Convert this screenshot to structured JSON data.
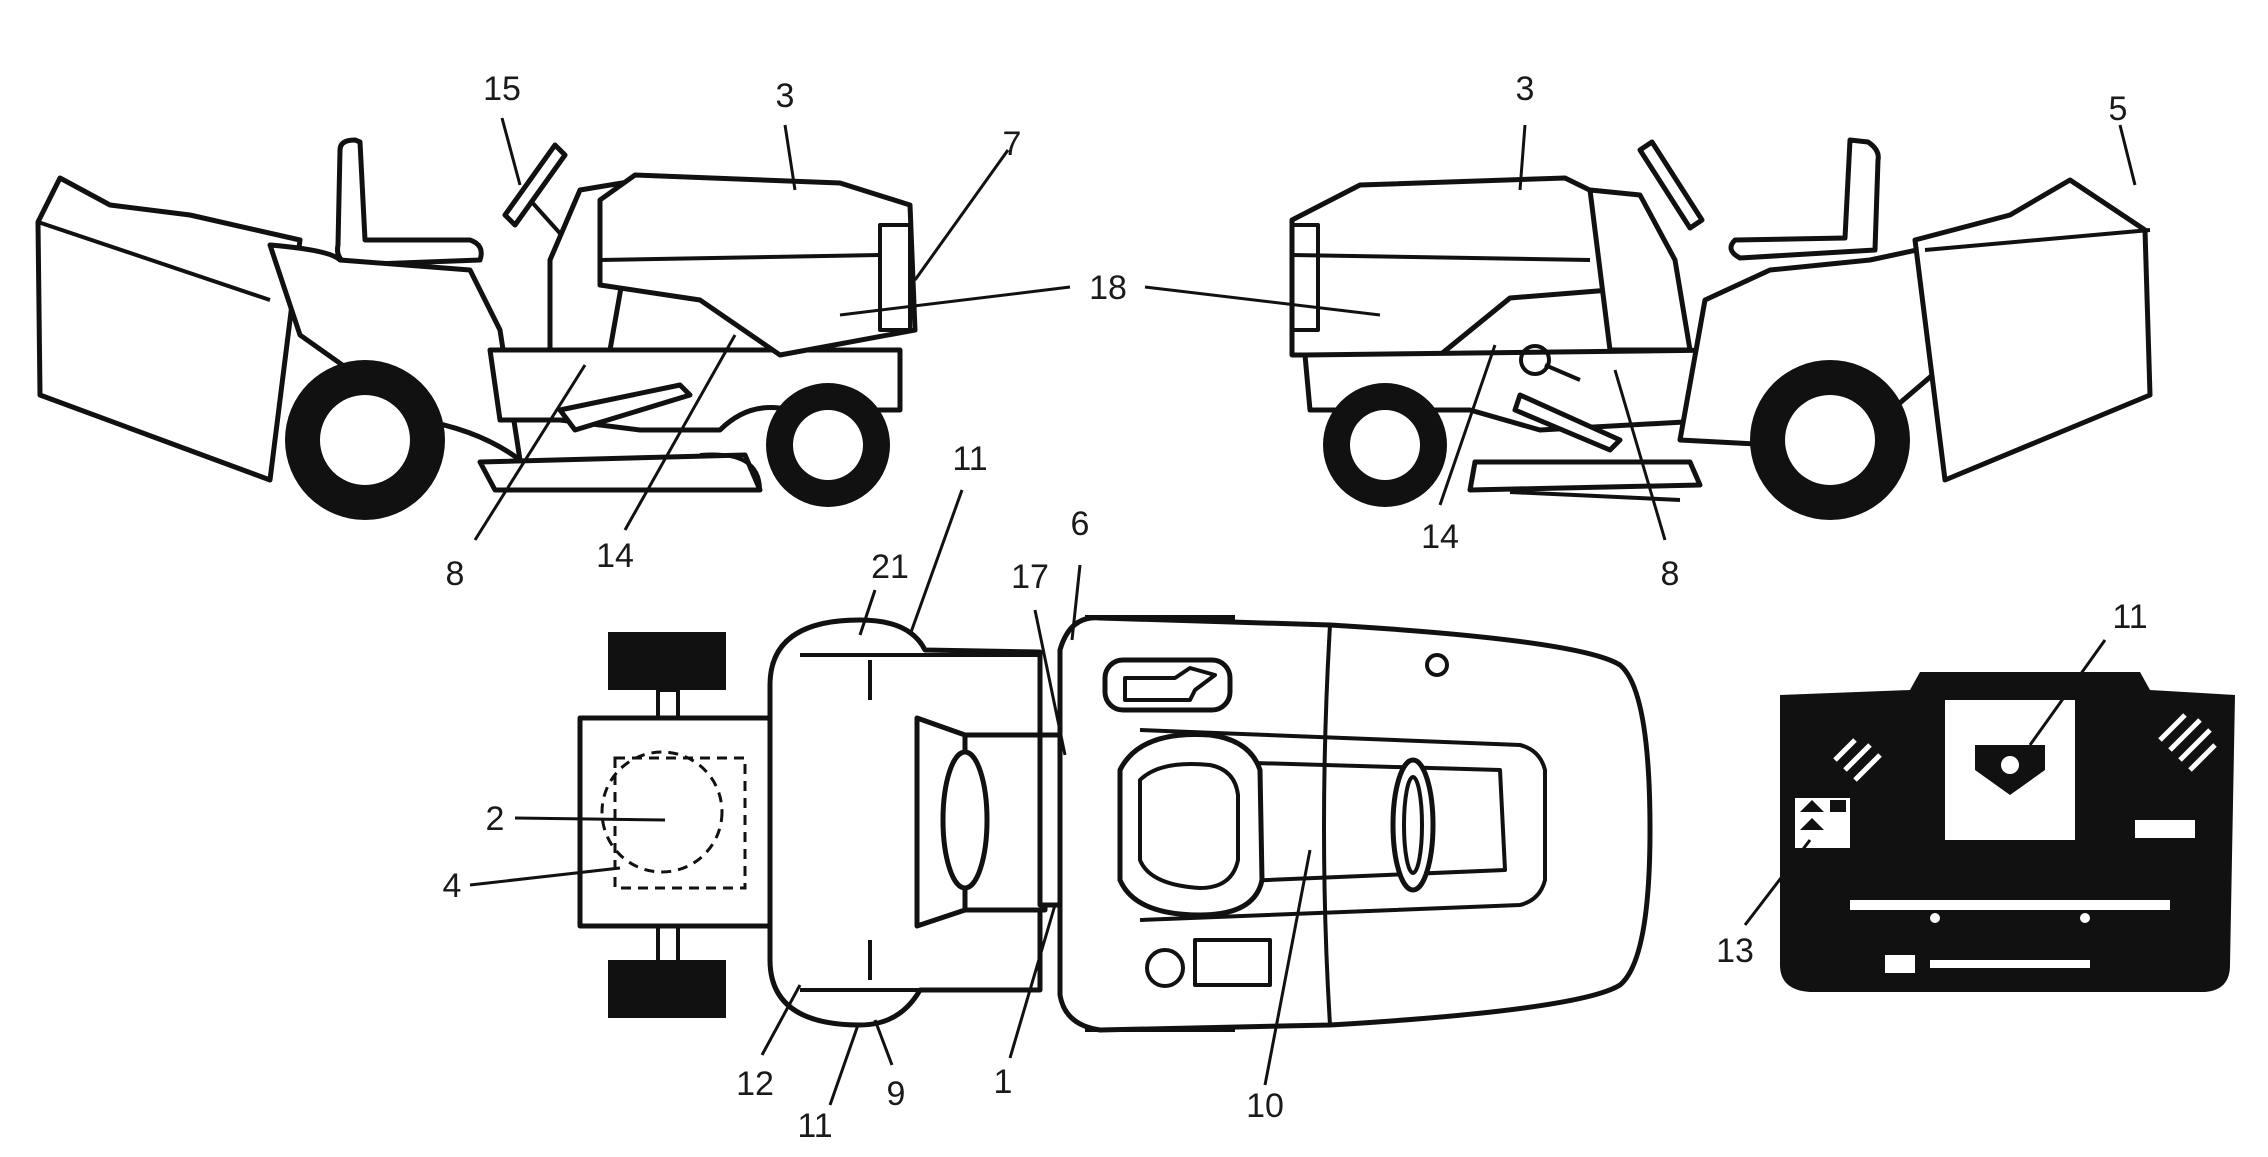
{
  "callouts": [
    {
      "id": "c15a",
      "label": "15"
    },
    {
      "id": "c3a",
      "label": "3"
    },
    {
      "id": "c7",
      "label": "7"
    },
    {
      "id": "c18",
      "label": "18"
    },
    {
      "id": "c8a",
      "label": "8"
    },
    {
      "id": "c14a",
      "label": "14"
    },
    {
      "id": "c3b",
      "label": "3"
    },
    {
      "id": "c5",
      "label": "5"
    },
    {
      "id": "c14b",
      "label": "14"
    },
    {
      "id": "c8b",
      "label": "8"
    },
    {
      "id": "c11a",
      "label": "11"
    },
    {
      "id": "c21",
      "label": "21"
    },
    {
      "id": "c17",
      "label": "17"
    },
    {
      "id": "c6",
      "label": "6"
    },
    {
      "id": "c2",
      "label": "2"
    },
    {
      "id": "c4",
      "label": "4"
    },
    {
      "id": "c12",
      "label": "12"
    },
    {
      "id": "c11b",
      "label": "11"
    },
    {
      "id": "c9",
      "label": "9"
    },
    {
      "id": "c1",
      "label": "1"
    },
    {
      "id": "c10",
      "label": "10"
    },
    {
      "id": "c11c",
      "label": "11"
    },
    {
      "id": "c13",
      "label": "13"
    }
  ]
}
